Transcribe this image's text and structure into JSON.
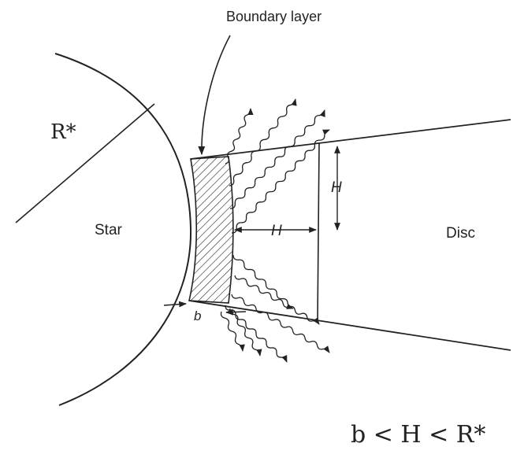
{
  "labels": {
    "boundary_layer": "Boundary layer",
    "star": "Star",
    "disc": "Disc",
    "r_star": "R*",
    "h_vertical": "H",
    "h_horizontal": "H",
    "b": "b",
    "inequality": "b < H < R*"
  },
  "colors": {
    "ink": "#222222",
    "background": "#ffffff"
  }
}
